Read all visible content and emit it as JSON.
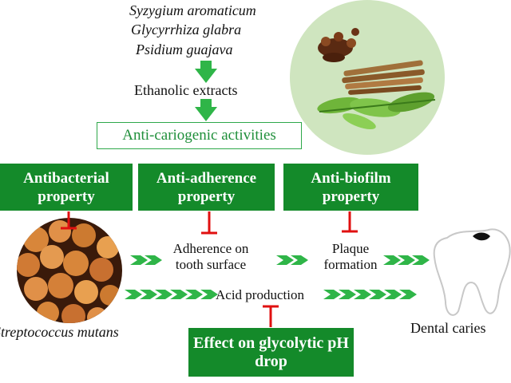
{
  "plants": {
    "species": [
      "Syzygium aromaticum",
      "Glycyrrhiza glabra",
      "Psidium guajava"
    ],
    "extract_label": "Ethanolic extracts"
  },
  "activities_label": "Anti-cariogenic activities",
  "properties": {
    "antibacterial": "Antibacterial property",
    "anti_adherence": "Anti-adherence property",
    "anti_biofilm": "Anti-biofilm property",
    "glycolytic": "Effect on glycolytic pH drop"
  },
  "process": {
    "adherence": "Adherence on tooth surface",
    "plaque": "Plaque formation",
    "acid": "Acid production"
  },
  "labels": {
    "bacteria": "Streptococcus mutans",
    "caries": "Dental caries"
  },
  "colors": {
    "box_green": "#148a2a",
    "arrow_green": "#2fb548",
    "inhibit_red": "#e01010",
    "circle_bg": "#cfe5bf"
  }
}
